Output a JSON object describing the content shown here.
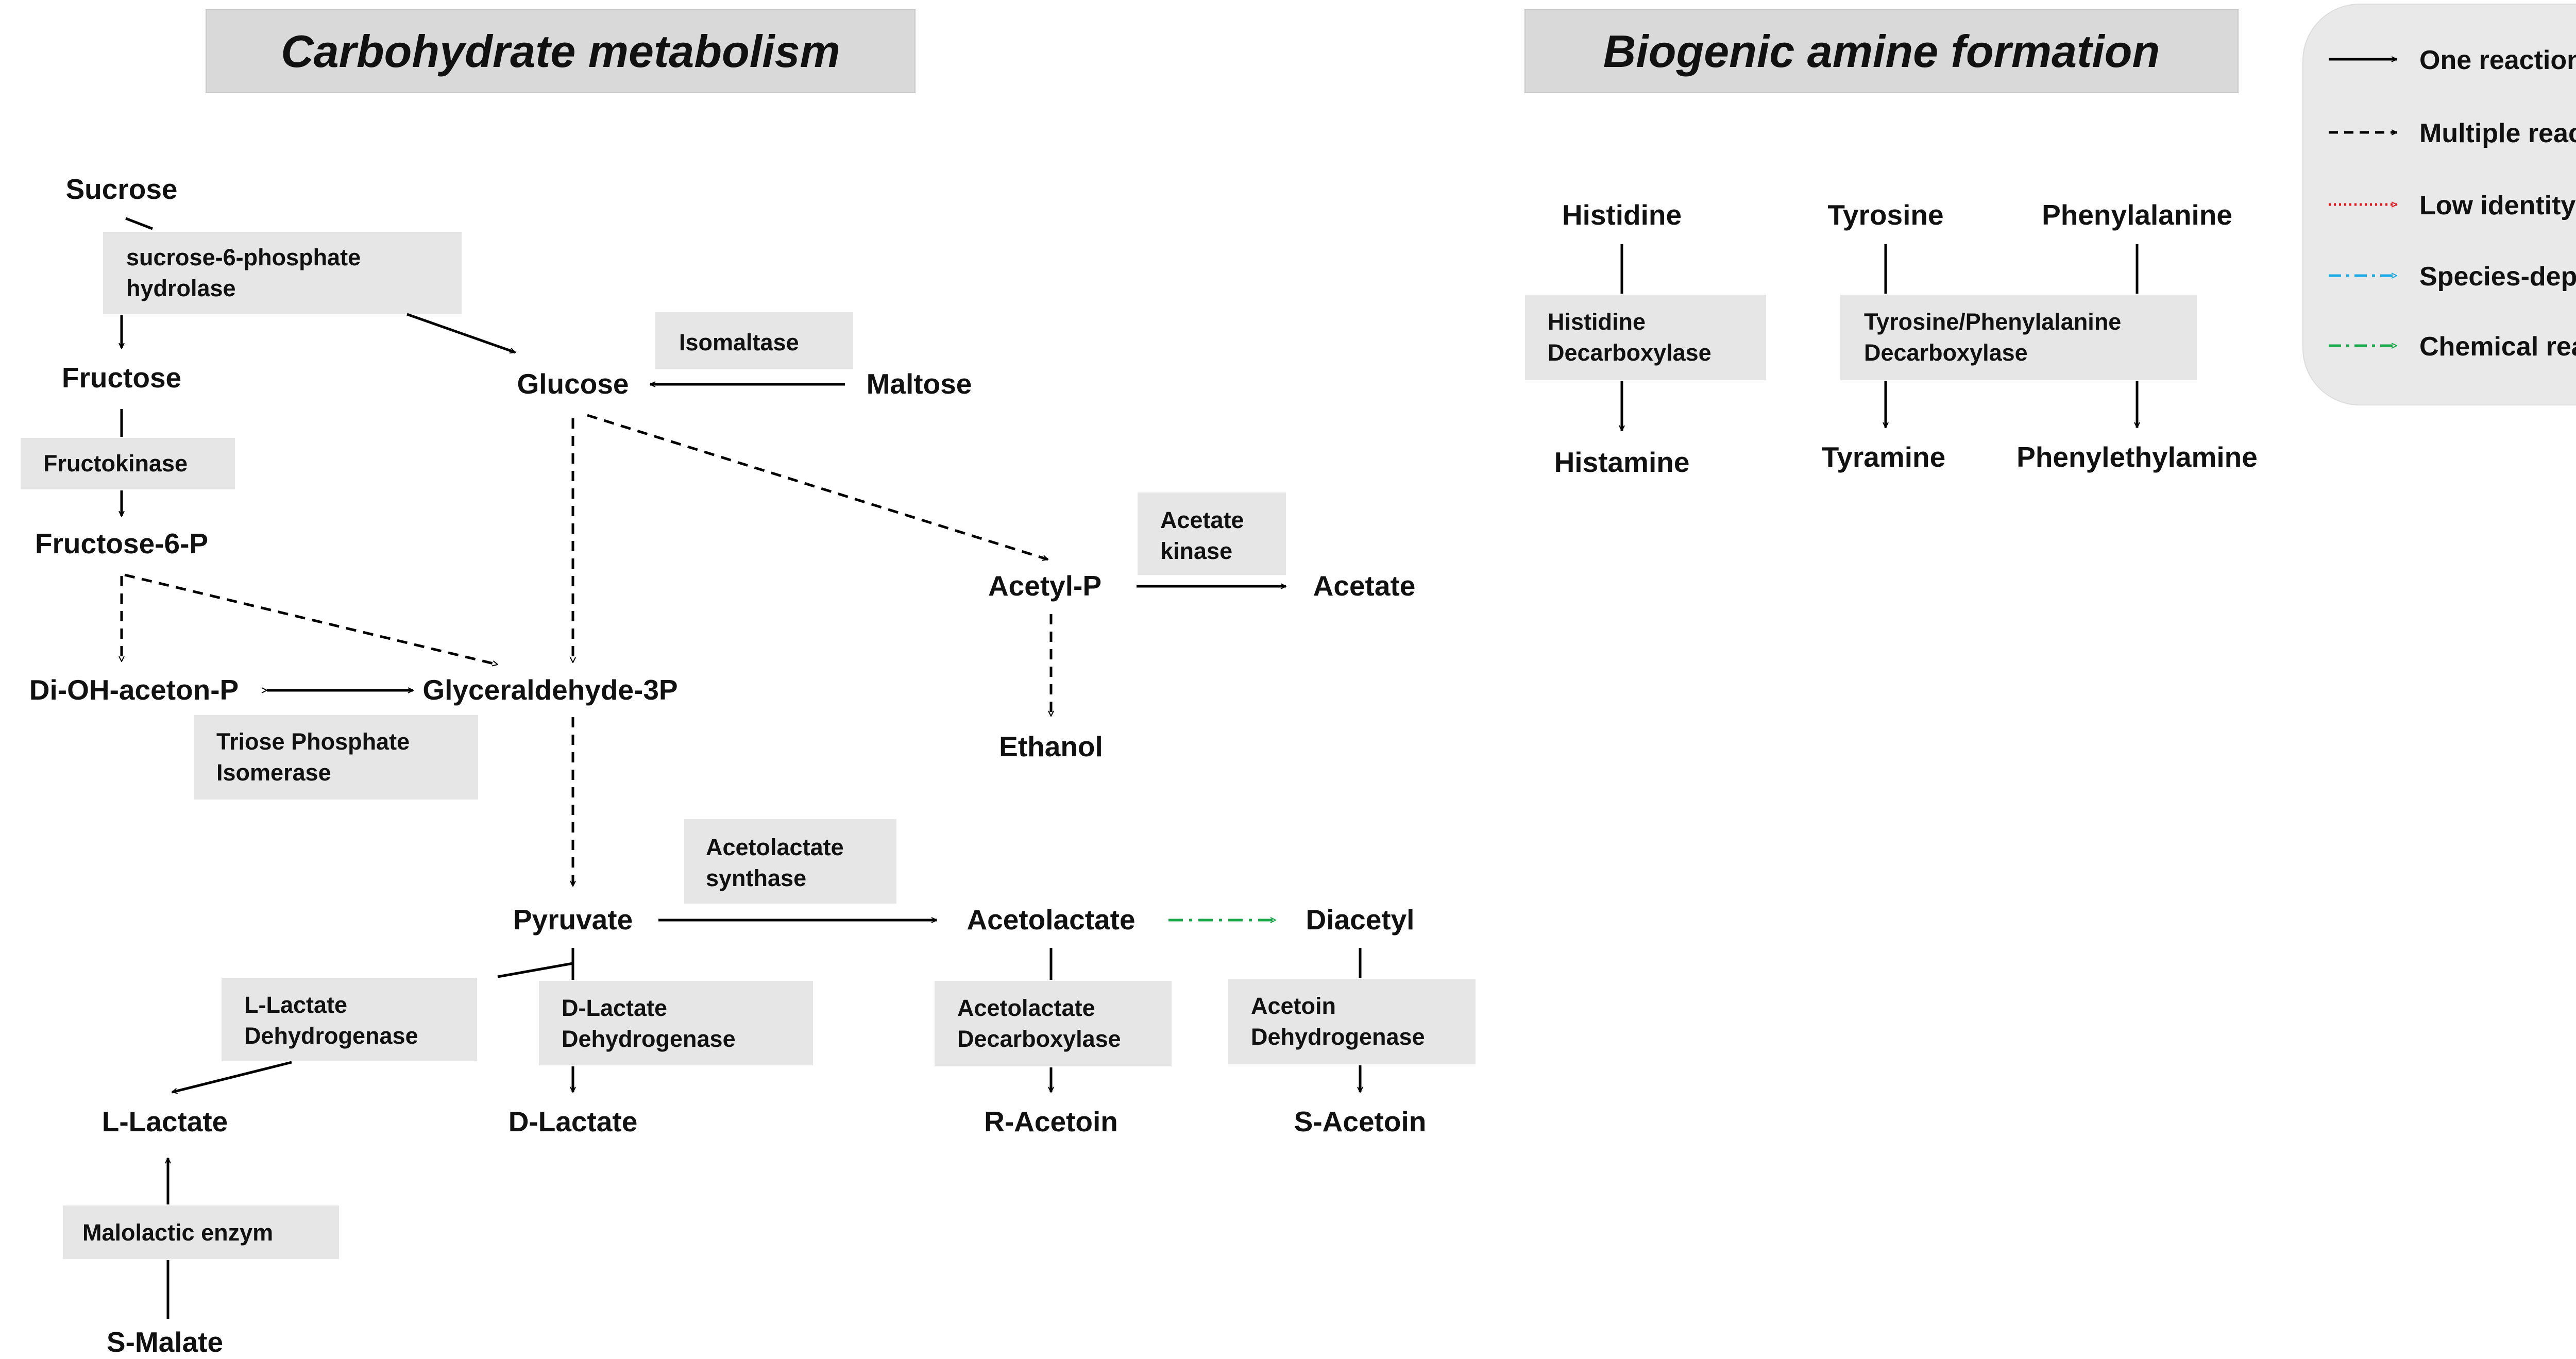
{
  "titles": {
    "carbohydrate": "Carbohydrate metabolism",
    "biogenic": "Biogenic amine formation"
  },
  "metabolites": {
    "sucrose": "Sucrose",
    "fructose": "Fructose",
    "fructose6p": "Fructose-6-P",
    "glucose": "Glucose",
    "maltose": "Maltose",
    "dihydroxyacetone_p": "Di-OH-aceton-P",
    "glyceraldehyde_3p": "Glyceraldehyde-3P",
    "acetyl_p": "Acetyl-P",
    "acetate": "Acetate",
    "ethanol": "Ethanol",
    "pyruvate": "Pyruvate",
    "acetolactate": "Acetolactate",
    "diacetyl": "Diacetyl",
    "l_lactate": "L-Lactate",
    "d_lactate": "D-Lactate",
    "r_acetoin": "R-Acetoin",
    "s_acetoin": "S-Acetoin",
    "s_malate": "S-Malate",
    "histidine": "Histidine",
    "tyrosine": "Tyrosine",
    "phenylalanine": "Phenylalanine",
    "histamine": "Histamine",
    "tyramine": "Tyramine",
    "phenylethylamine": "Phenylethylamine"
  },
  "enzymes": {
    "sucrose6p_hydrolase": [
      "sucrose-6-phosphate",
      "hydrolase"
    ],
    "fructokinase": [
      "Fructokinase"
    ],
    "isomaltase": [
      "Isomaltase"
    ],
    "acetate_kinase": [
      "Acetate",
      "kinase"
    ],
    "triose_phosphate_isomerase": [
      "Triose Phosphate",
      "Isomerase"
    ],
    "acetolactate_synthase": [
      "Acetolactate",
      "synthase"
    ],
    "l_lactate_dehydrogenase": [
      "L-Lactate",
      "Dehydrogenase"
    ],
    "d_lactate_dehydrogenase": [
      "D-Lactate",
      "Dehydrogenase"
    ],
    "acetolactate_decarboxylase": [
      "Acetolactate",
      "Decarboxylase"
    ],
    "acetoin_dehydrogenase": [
      "Acetoin",
      "Dehydrogenase"
    ],
    "malolactic_enzym": [
      "Malolactic  enzym"
    ],
    "histidine_decarboxylase": [
      "Histidine",
      "Decarboxylase"
    ],
    "tyrosine_phenylalanine_decarboxylase": [
      "Tyrosine/Phenylalanine",
      "Decarboxylase"
    ]
  },
  "legend": {
    "items": [
      {
        "label": "One reaction",
        "style": "solid",
        "color": "#000000"
      },
      {
        "label": "Multiple reactions",
        "style": "dashed",
        "color": "#000000"
      },
      {
        "label": "Low identity",
        "style": "dotted",
        "color": "#e8141c"
      },
      {
        "label": "Species-dependent",
        "style": "dashdot",
        "color": "#1fa9e1"
      },
      {
        "label": "Chemical reaction",
        "style": "dashdot",
        "color": "#1aa84a"
      }
    ]
  },
  "colors": {
    "title_box": "#d9d9d9",
    "enzyme_box": "#e6e6e6",
    "legend_box": "#e9e9e9",
    "arrow": "#000000",
    "chemical_reaction": "#1aa84a"
  }
}
